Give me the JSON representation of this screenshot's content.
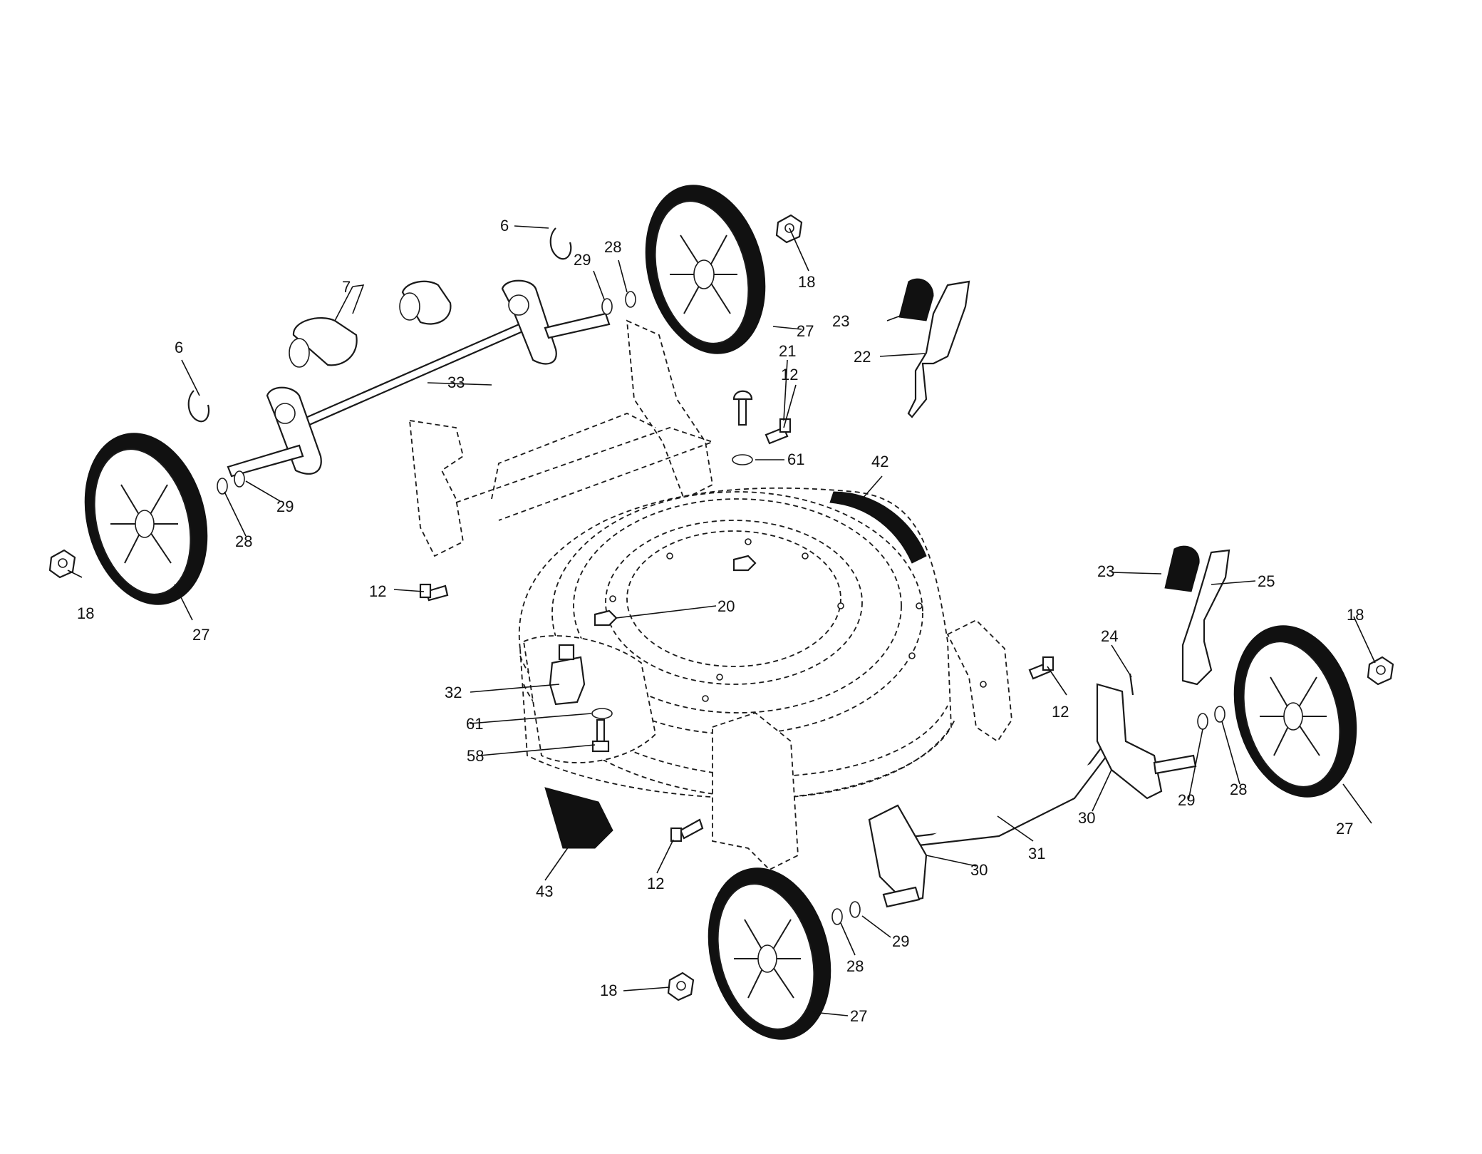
{
  "labels": {
    "l6a": "6",
    "l29a": "29",
    "l28a": "28",
    "l18a": "18",
    "l7": "7",
    "l23a": "23",
    "l27a": "27",
    "l22": "22",
    "l6b": "6",
    "l33": "33",
    "l21": "21",
    "l12a": "12",
    "l61a": "61",
    "l42": "42",
    "l29b": "29",
    "l28b": "28",
    "l18b": "18",
    "l12b": "12",
    "l27b": "27",
    "l20": "20",
    "l23b": "23",
    "l25": "25",
    "l24": "24",
    "l18c": "18",
    "l32": "32",
    "l12c": "12",
    "l61b": "61",
    "l58": "58",
    "l30a": "30",
    "l29c": "29",
    "l28c": "28",
    "l27c": "27",
    "l31": "31",
    "l30b": "30",
    "l43": "43",
    "l12d": "12",
    "l29d": "29",
    "l28d": "28",
    "l18d": "18",
    "l27d": "27"
  },
  "colors": {
    "ink": "#111111",
    "paper": "#ffffff"
  }
}
